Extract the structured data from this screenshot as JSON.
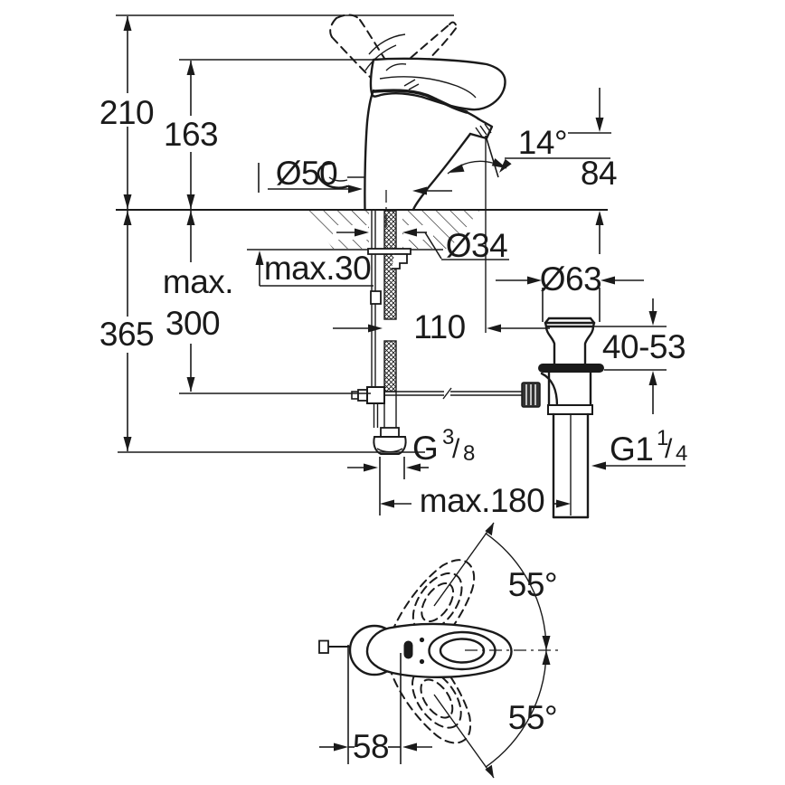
{
  "colors": {
    "line": "#1a1a1a",
    "background": "#ffffff"
  },
  "dimensions": {
    "overall_height": "210",
    "spout_top_height": "163",
    "height_below_counter": "365",
    "max_hose_depth_prefix": "max.",
    "max_hose_depth_value": "300",
    "max_deck_thickness": "max.30",
    "base_diameter": "Ø50",
    "spout_angle": "14°",
    "spout_outlet_height": "84",
    "hole_diameter": "Ø34",
    "spout_reach": "110",
    "waste_flange_diameter": "Ø63",
    "waste_height_range": "40-53",
    "supply_thread_letter": "G",
    "supply_thread_numerator": "3",
    "supply_thread_slash": "/",
    "supply_thread_denominator": "8",
    "waste_thread_letter": "G1",
    "waste_thread_numerator": "1",
    "waste_thread_slash": "/",
    "waste_thread_denominator": "4",
    "max_linkage_reach": "max.180",
    "handle_swing_upper": "55°",
    "handle_swing_lower": "55°",
    "handle_center_offset": "58"
  }
}
